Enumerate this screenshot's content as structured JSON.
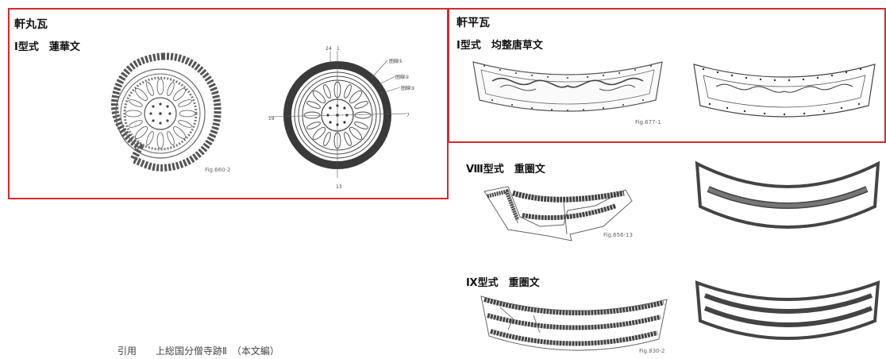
{
  "maru": {
    "heading": "軒丸瓦",
    "type_label": "Ⅰ型式　蓮華文",
    "fig_rubbing": "Fig.660-2",
    "diagram_numbers": [
      "24",
      "1",
      "19",
      "7",
      "13"
    ],
    "ring_labels": [
      "圏線①",
      "圏線②",
      "圏線③"
    ]
  },
  "hira": {
    "heading": "軒平瓦",
    "type1_label": "Ⅰ型式　均整唐草文",
    "fig_type1": "Fig.677-1",
    "type8_label": "Ⅷ型式　重圏文",
    "fig_type8": "Fig.656-13",
    "type9_label": "Ⅸ型式　重圏文",
    "fig_type9": "Fig.830-2"
  },
  "citation": "引用　　上総国分僧寺跡Ⅱ　（本文編）",
  "colors": {
    "frame": "#d42a2a",
    "ink": "#333333",
    "rubbing": "#555555"
  }
}
